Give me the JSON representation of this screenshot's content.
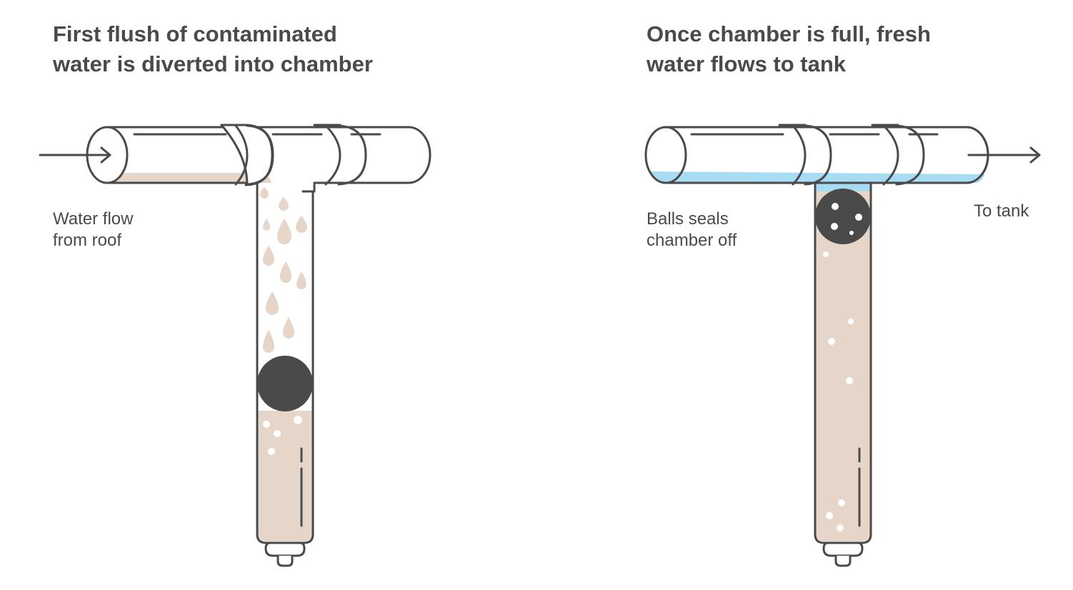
{
  "left_panel": {
    "title_line1": "First flush of contaminated",
    "title_line2": "water is diverted into chamber",
    "label_line1": "Water flow",
    "label_line2": "from roof"
  },
  "right_panel": {
    "title_line1": "Once chamber is full, fresh",
    "title_line2": "water flows to tank",
    "label_line1": "Balls seals",
    "label_line2": "chamber off",
    "label_tank": "To tank"
  },
  "colors": {
    "stroke": "#4a4a4a",
    "dirty_water": "#e6d6c9",
    "clean_water": "#a8dcf2",
    "ball": "#4a4a4a",
    "background": "#ffffff"
  }
}
